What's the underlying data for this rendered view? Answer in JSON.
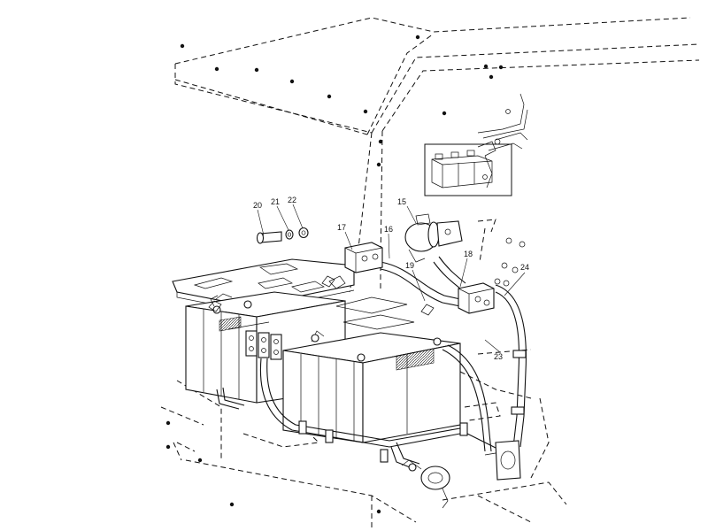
{
  "figure": {
    "callouts": [
      {
        "id": "c15",
        "label": "15"
      },
      {
        "id": "c16",
        "label": "16"
      },
      {
        "id": "c17",
        "label": "17"
      },
      {
        "id": "c18",
        "label": "18"
      },
      {
        "id": "c19",
        "label": "19"
      },
      {
        "id": "c20",
        "label": "20"
      },
      {
        "id": "c21",
        "label": "21"
      },
      {
        "id": "c22",
        "label": "22"
      },
      {
        "id": "c23",
        "label": "23"
      },
      {
        "id": "c24",
        "label": "24"
      }
    ]
  },
  "colors": {
    "line": "#111111",
    "background": "#ffffff"
  }
}
